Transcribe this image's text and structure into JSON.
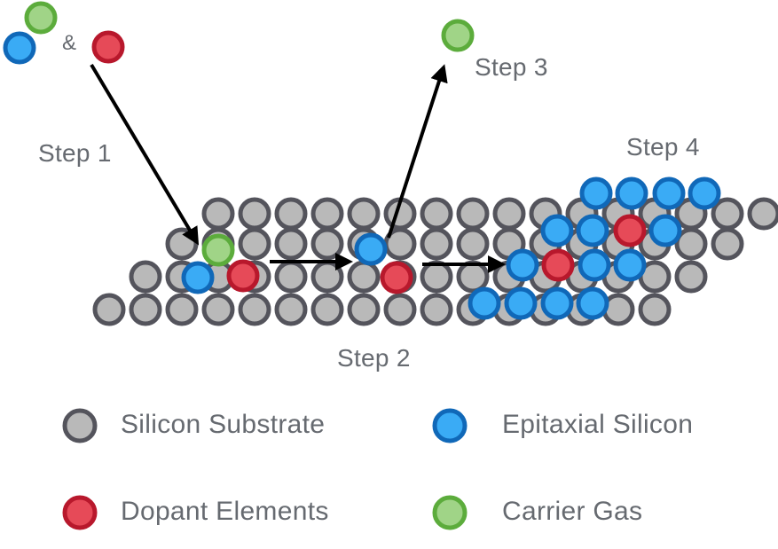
{
  "labels": {
    "step1": "Step 1",
    "step2": "Step 2",
    "step3": "Step 3",
    "step4": "Step 4",
    "ampersand": "&"
  },
  "legend": [
    {
      "name": "Silicon Substrate",
      "type": "silicon"
    },
    {
      "name": "Epitaxial Silicon",
      "type": "epi"
    },
    {
      "name": "Dopant Elements",
      "type": "dopant"
    },
    {
      "name": "Carrier Gas",
      "type": "carrier"
    }
  ],
  "colors": {
    "silicon": {
      "fill": "#b9b9b9",
      "stroke": "#54545c"
    },
    "epi": {
      "fill": "#3aabf5",
      "stroke": "#1068b8"
    },
    "dopant": {
      "fill": "#e64a58",
      "stroke": "#b8182c"
    },
    "carrier": {
      "fill": "#a0d487",
      "stroke": "#5cac3c"
    },
    "arrow": "#000000"
  }
}
